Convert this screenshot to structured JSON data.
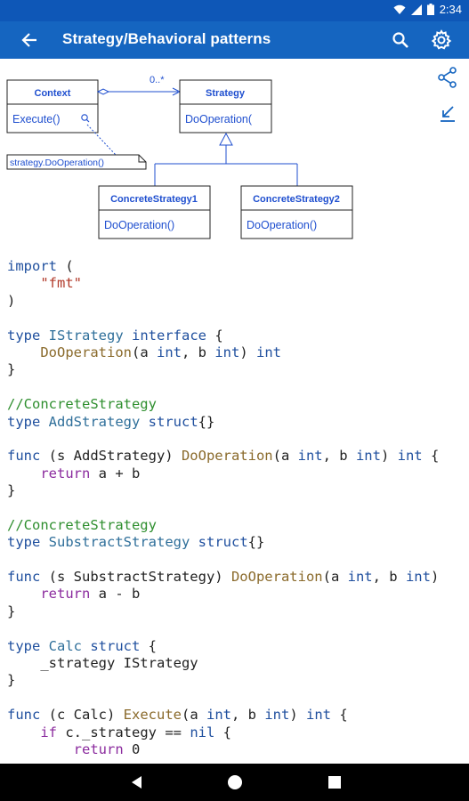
{
  "status_bar": {
    "time": "2:34"
  },
  "app_bar": {
    "title": "Strategy/Behavioral patterns"
  },
  "diagram": {
    "context_title": "Context",
    "context_method": "Execute()",
    "multiplicity": "0..*",
    "strategy_title": "Strategy",
    "strategy_method": "DoOperation(",
    "note": "strategy.DoOperation()",
    "concrete1_title": "ConcreteStrategy1",
    "concrete1_method": "DoOperation()",
    "concrete2_title": "ConcreteStrategy2",
    "concrete2_method": "DoOperation()"
  },
  "code_lines": [
    [
      [
        "kw",
        "import"
      ],
      [
        "nb",
        " ("
      ]
    ],
    [
      [
        "nb",
        "    "
      ],
      [
        "st",
        "\"fmt\""
      ]
    ],
    [
      [
        "nb",
        ")"
      ]
    ],
    [
      [
        "nb",
        ""
      ]
    ],
    [
      [
        "kw",
        "type"
      ],
      [
        "nb",
        " "
      ],
      [
        "ty",
        "IStrategy"
      ],
      [
        "nb",
        " "
      ],
      [
        "kw",
        "interface"
      ],
      [
        "nb",
        " {"
      ]
    ],
    [
      [
        "nb",
        "    "
      ],
      [
        "fn",
        "DoOperation"
      ],
      [
        "nb",
        "(a "
      ],
      [
        "kw",
        "int"
      ],
      [
        "nb",
        ", b "
      ],
      [
        "kw",
        "int"
      ],
      [
        "nb",
        ") "
      ],
      [
        "kw",
        "int"
      ]
    ],
    [
      [
        "nb",
        "}"
      ]
    ],
    [
      [
        "nb",
        ""
      ]
    ],
    [
      [
        "cm",
        "//ConcreteStrategy"
      ]
    ],
    [
      [
        "kw",
        "type"
      ],
      [
        "nb",
        " "
      ],
      [
        "ty",
        "AddStrategy"
      ],
      [
        "nb",
        " "
      ],
      [
        "kw",
        "struct"
      ],
      [
        "nb",
        "{}"
      ]
    ],
    [
      [
        "nb",
        ""
      ]
    ],
    [
      [
        "kw",
        "func"
      ],
      [
        "nb",
        " (s AddStrategy) "
      ],
      [
        "fn",
        "DoOperation"
      ],
      [
        "nb",
        "(a "
      ],
      [
        "kw",
        "int"
      ],
      [
        "nb",
        ", b "
      ],
      [
        "kw",
        "int"
      ],
      [
        "nb",
        ") "
      ],
      [
        "kw",
        "int"
      ],
      [
        "nb",
        " {"
      ]
    ],
    [
      [
        "nb",
        "    "
      ],
      [
        "cf",
        "return"
      ],
      [
        "nb",
        " a + b"
      ]
    ],
    [
      [
        "nb",
        "}"
      ]
    ],
    [
      [
        "nb",
        ""
      ]
    ],
    [
      [
        "cm",
        "//ConcreteStrategy"
      ]
    ],
    [
      [
        "kw",
        "type"
      ],
      [
        "nb",
        " "
      ],
      [
        "ty",
        "SubstractStrategy"
      ],
      [
        "nb",
        " "
      ],
      [
        "kw",
        "struct"
      ],
      [
        "nb",
        "{}"
      ]
    ],
    [
      [
        "nb",
        ""
      ]
    ],
    [
      [
        "kw",
        "func"
      ],
      [
        "nb",
        " (s SubstractStrategy) "
      ],
      [
        "fn",
        "DoOperation"
      ],
      [
        "nb",
        "(a "
      ],
      [
        "kw",
        "int"
      ],
      [
        "nb",
        ", b "
      ],
      [
        "kw",
        "int"
      ],
      [
        "nb",
        ")"
      ]
    ],
    [
      [
        "nb",
        "    "
      ],
      [
        "cf",
        "return"
      ],
      [
        "nb",
        " a - b"
      ]
    ],
    [
      [
        "nb",
        "}"
      ]
    ],
    [
      [
        "nb",
        ""
      ]
    ],
    [
      [
        "kw",
        "type"
      ],
      [
        "nb",
        " "
      ],
      [
        "ty",
        "Calc"
      ],
      [
        "nb",
        " "
      ],
      [
        "kw",
        "struct"
      ],
      [
        "nb",
        " {"
      ]
    ],
    [
      [
        "nb",
        "    _strategy IStrategy"
      ]
    ],
    [
      [
        "nb",
        "}"
      ]
    ],
    [
      [
        "nb",
        ""
      ]
    ],
    [
      [
        "kw",
        "func"
      ],
      [
        "nb",
        " (c Calc) "
      ],
      [
        "fn",
        "Execute"
      ],
      [
        "nb",
        "(a "
      ],
      [
        "kw",
        "int"
      ],
      [
        "nb",
        ", b "
      ],
      [
        "kw",
        "int"
      ],
      [
        "nb",
        ") "
      ],
      [
        "kw",
        "int"
      ],
      [
        "nb",
        " {"
      ]
    ],
    [
      [
        "nb",
        "    "
      ],
      [
        "cf",
        "if"
      ],
      [
        "nb",
        " c._strategy == "
      ],
      [
        "kw",
        "nil"
      ],
      [
        "nb",
        " {"
      ]
    ],
    [
      [
        "nb",
        "        "
      ],
      [
        "cf",
        "return"
      ],
      [
        "nb",
        " 0"
      ]
    ]
  ]
}
